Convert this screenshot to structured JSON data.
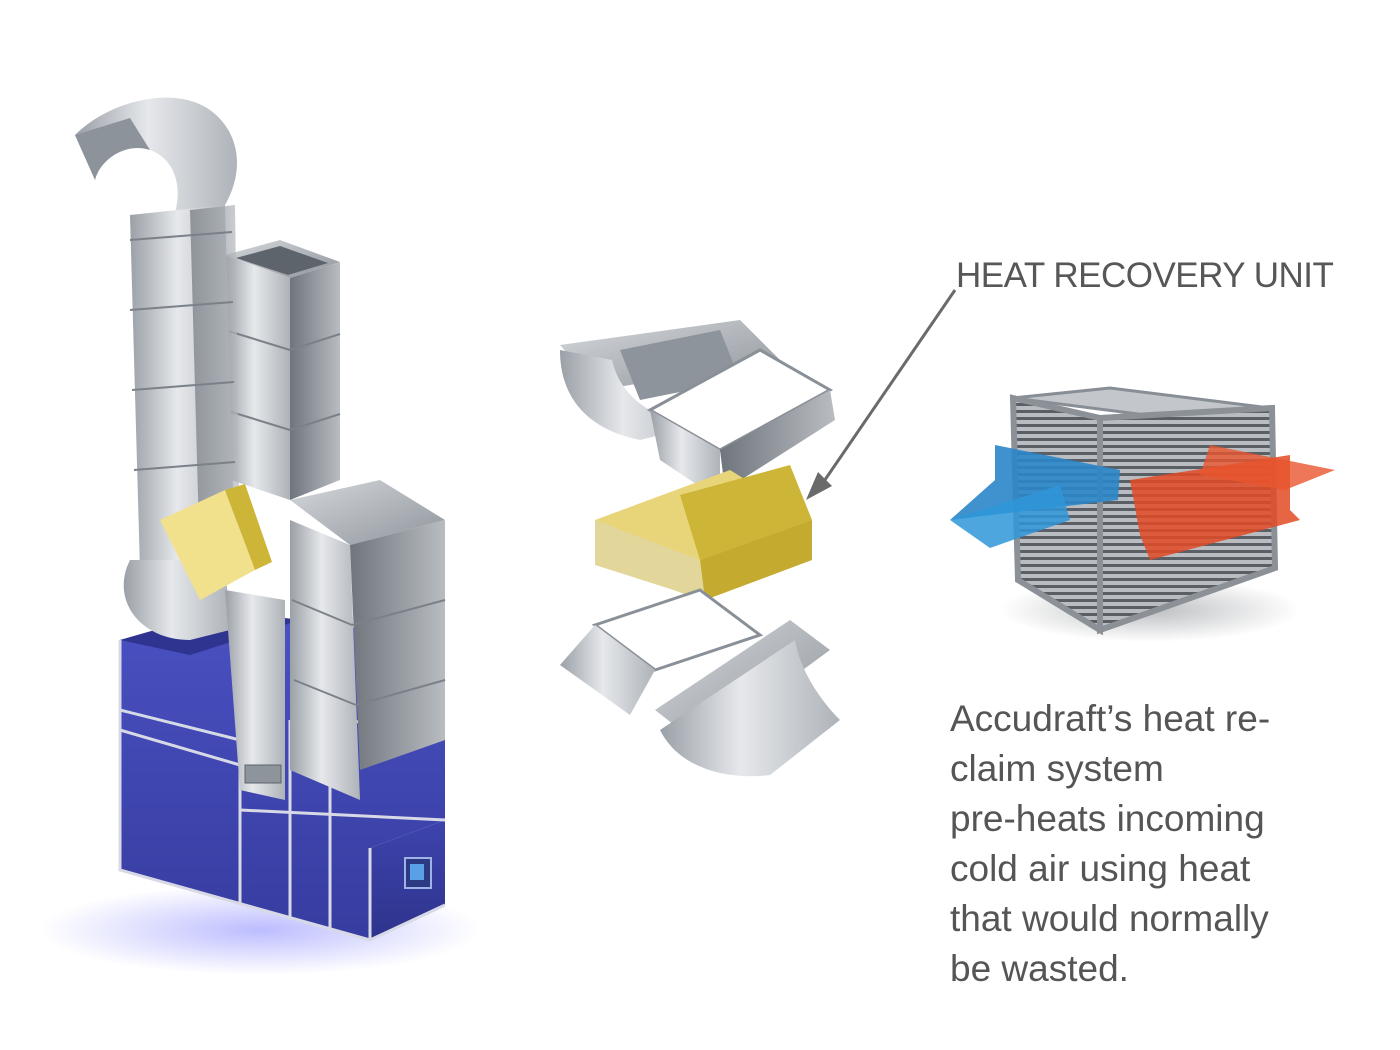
{
  "label": "HEAT RECOVERY UNIT",
  "description": {
    "lines": [
      "Accudraft’s heat re-",
      "claim system",
      "pre-heats incoming",
      "cold air using heat",
      "that would normally",
      "be wasted."
    ]
  },
  "colors": {
    "booth_blue": "#3f46b3",
    "recovery_yellow": "#cdb537",
    "metal": "#c9cdd2",
    "cold_air": "#2a86c8",
    "warm_air": "#e24a25",
    "text": "#555555"
  }
}
